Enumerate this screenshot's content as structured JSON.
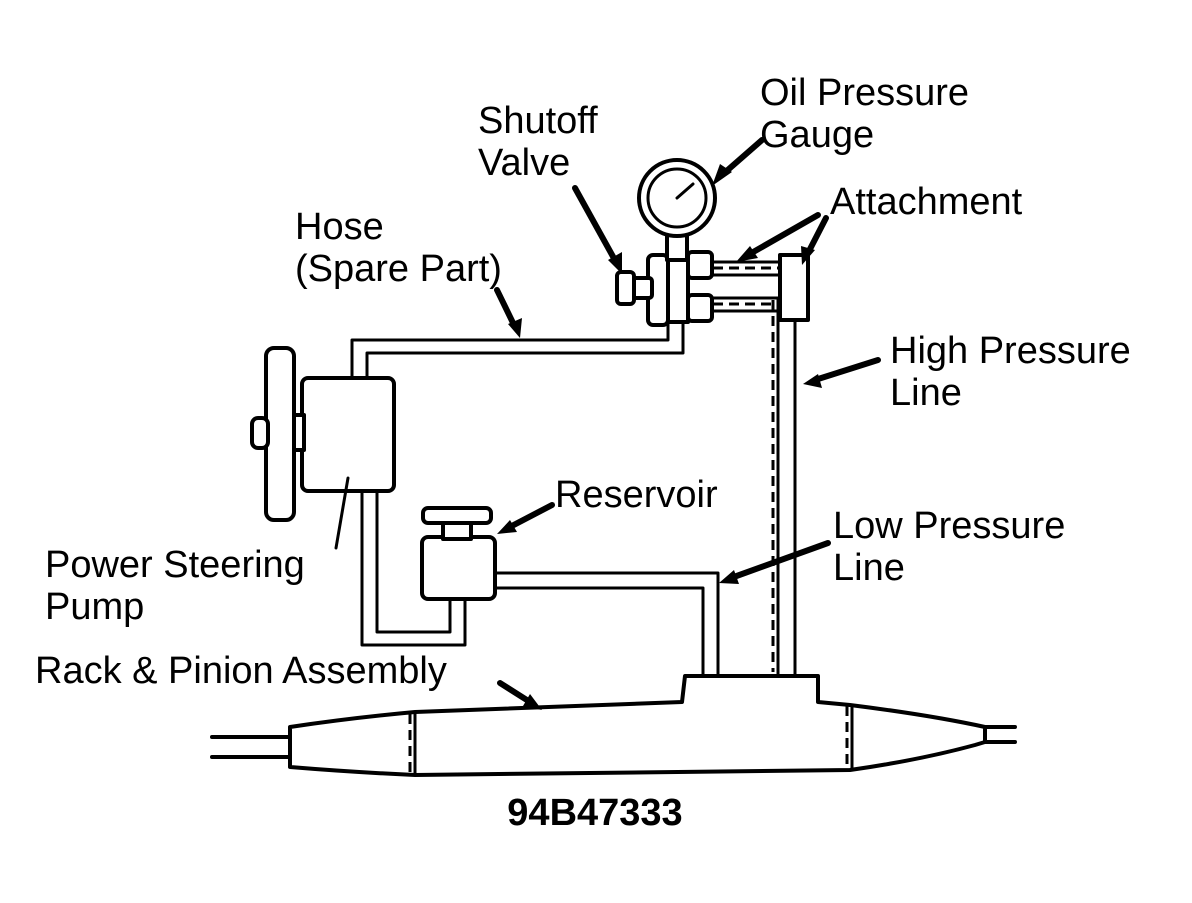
{
  "labels": {
    "oil_pressure_gauge_line1": "Oil Pressure",
    "oil_pressure_gauge_line2": "Gauge",
    "shutoff_valve_line1": "Shutoff",
    "shutoff_valve_line2": "Valve",
    "attachment": "Attachment",
    "hose_line1": "Hose",
    "hose_line2": "(Spare Part)",
    "high_pressure_line1": "High Pressure",
    "high_pressure_line2": "Line",
    "reservoir": "Reservoir",
    "low_pressure_line1": "Low Pressure",
    "low_pressure_line2": "Line",
    "power_steering_pump_line1": "Power Steering",
    "power_steering_pump_line2": "Pump",
    "rack_pinion_assembly": "Rack & Pinion Assembly"
  },
  "figure_code": "94B47333"
}
